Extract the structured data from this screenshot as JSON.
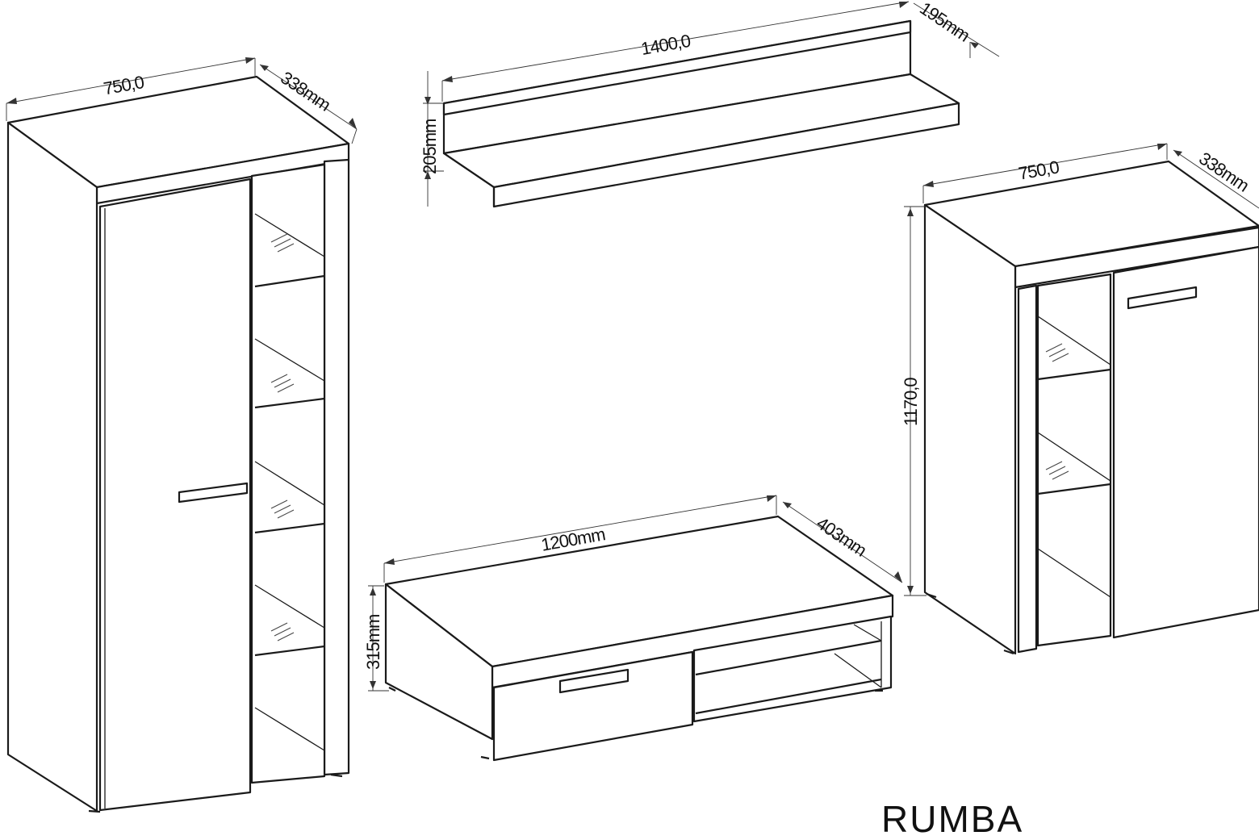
{
  "brand": "RUMBA",
  "dimensions": {
    "tall_cabinet": {
      "width": "750,0",
      "depth": "338mm"
    },
    "wall_shelf": {
      "width": "1400,0",
      "depth": "195mm",
      "height": "205mm"
    },
    "tv_stand": {
      "width": "1200mm",
      "depth": "403mm",
      "height": "315mm"
    },
    "low_cabinet": {
      "width": "750,0",
      "depth": "338mm",
      "height": "1170,0"
    }
  },
  "colors": {
    "line": "#1a1a1a",
    "background": "#ffffff"
  }
}
